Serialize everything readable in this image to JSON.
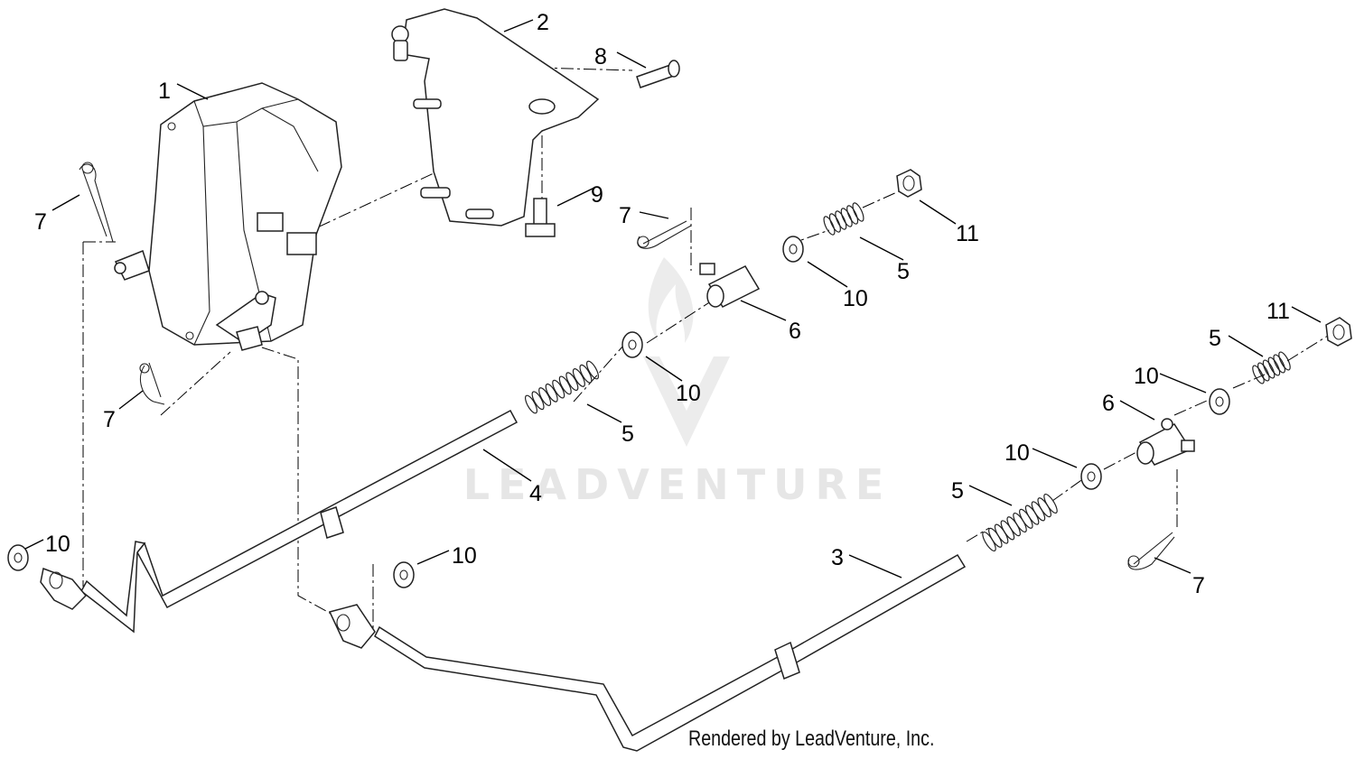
{
  "watermark": "LEADVENTURE",
  "credit": "Rendered by LeadVenture, Inc.",
  "callouts": [
    {
      "id": "c1",
      "text": "1"
    },
    {
      "id": "c2",
      "text": "2"
    },
    {
      "id": "c3",
      "text": "3"
    },
    {
      "id": "c4",
      "text": "4"
    },
    {
      "id": "c5a",
      "text": "5"
    },
    {
      "id": "c5b",
      "text": "5"
    },
    {
      "id": "c5c",
      "text": "5"
    },
    {
      "id": "c5d",
      "text": "5"
    },
    {
      "id": "c6a",
      "text": "6"
    },
    {
      "id": "c6b",
      "text": "6"
    },
    {
      "id": "c7a",
      "text": "7"
    },
    {
      "id": "c7b",
      "text": "7"
    },
    {
      "id": "c7c",
      "text": "7"
    },
    {
      "id": "c7d",
      "text": "7"
    },
    {
      "id": "c8",
      "text": "8"
    },
    {
      "id": "c9",
      "text": "9"
    },
    {
      "id": "c10a",
      "text": "10"
    },
    {
      "id": "c10b",
      "text": "10"
    },
    {
      "id": "c10c",
      "text": "10"
    },
    {
      "id": "c10d",
      "text": "10"
    },
    {
      "id": "c10e",
      "text": "10"
    },
    {
      "id": "c10f",
      "text": "10"
    },
    {
      "id": "c11a",
      "text": "11"
    },
    {
      "id": "c11b",
      "text": "11"
    }
  ]
}
